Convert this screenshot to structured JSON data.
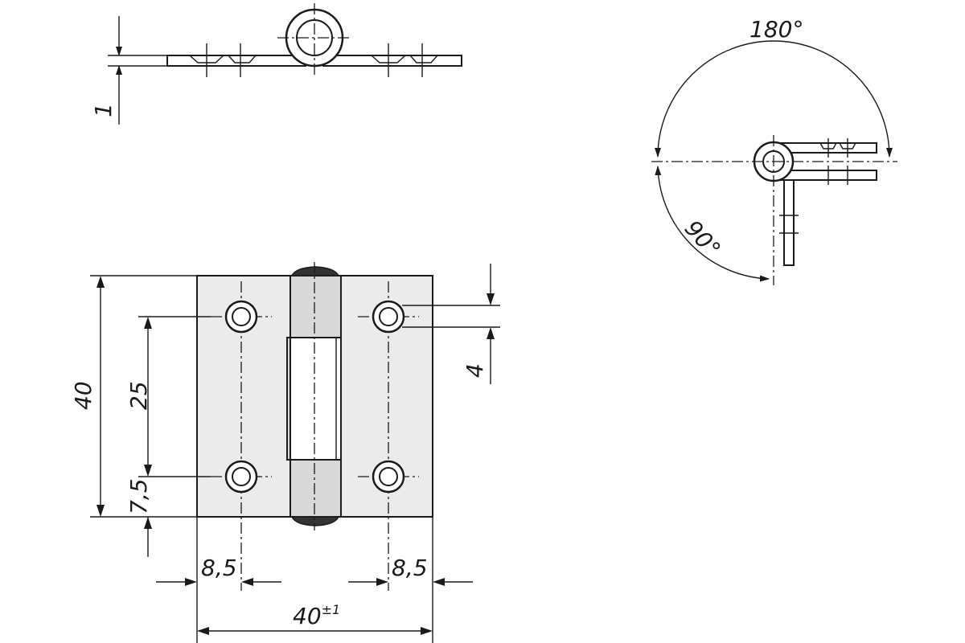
{
  "drawing": {
    "angles": {
      "open_label": "180°",
      "right_label": "90°"
    },
    "side_view": {
      "thickness_label": "1"
    },
    "front_view": {
      "height_label": "40",
      "hole_spacing_label": "25",
      "hole_edge_label": "7,5",
      "hole_diameter_label": "4",
      "edge_left_label": "8,5",
      "edge_right_label": "8,5",
      "width_label": "40",
      "width_tolerance_label": "±1"
    }
  }
}
